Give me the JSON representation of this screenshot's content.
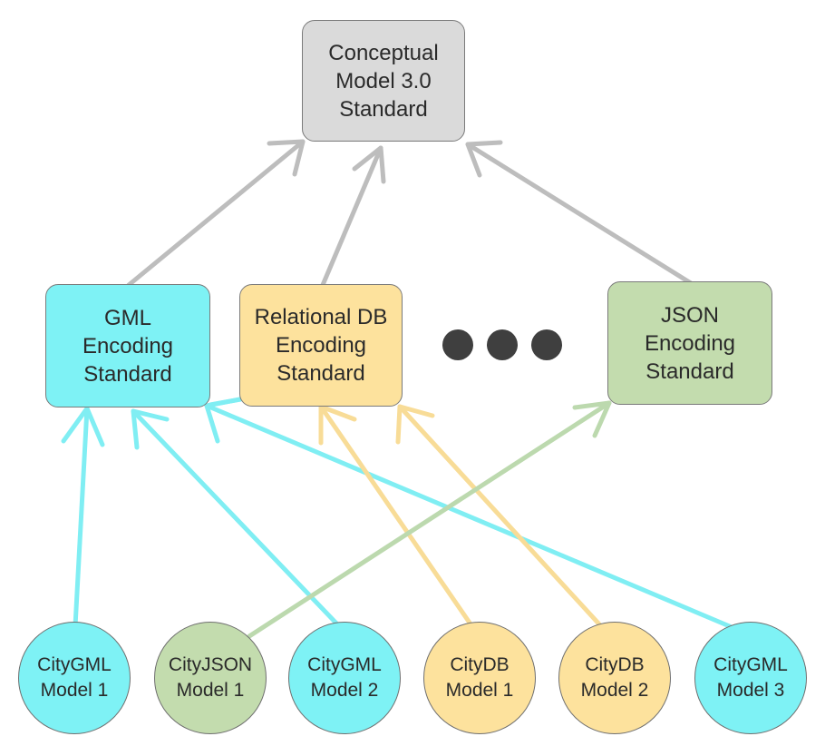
{
  "colors": {
    "cyan": "#7ef2f5",
    "orange": "#fde29d",
    "green": "#c3dcae",
    "gray": "#dadada",
    "arrow_gray": "#bdbdbd",
    "arrow_cyan": "#80eef3",
    "arrow_orange": "#f8dc97",
    "arrow_green": "#bcd9ae"
  },
  "conceptual": {
    "label": "Conceptual\nModel 3.0\nStandard"
  },
  "encodings": [
    {
      "id": "gml",
      "label": "GML\nEncoding\nStandard"
    },
    {
      "id": "rdb",
      "label": "Relational DB\nEncoding\nStandard"
    },
    {
      "id": "json",
      "label": "JSON\nEncoding\nStandard"
    }
  ],
  "models": [
    {
      "id": "citygml1",
      "label": "CityGML\nModel 1"
    },
    {
      "id": "cityjson1",
      "label": "CityJSON\nModel 1"
    },
    {
      "id": "citygml2",
      "label": "CityGML\nModel 2"
    },
    {
      "id": "citydb1",
      "label": "CityDB\nModel 1"
    },
    {
      "id": "citydb2",
      "label": "CityDB\nModel 2"
    },
    {
      "id": "citygml3",
      "label": "CityGML\nModel 3"
    }
  ]
}
